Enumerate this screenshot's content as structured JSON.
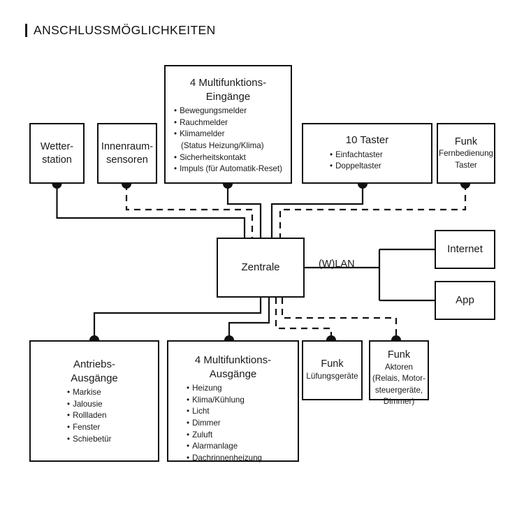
{
  "title": "ANSCHLUSSMÖGLICHKEITEN",
  "nodes": {
    "wetterstation": {
      "title": "Wetter-\nstation"
    },
    "innenraumsensoren": {
      "title": "Innenraum-\nsensoren"
    },
    "eingaenge": {
      "title": "4 Multifunktions-\nEingänge",
      "items": [
        "Bewegungsmelder",
        "Rauchmelder",
        "Klimamelder",
        "(Status Heizung/Klima)",
        "Sicherheitskontakt",
        "Impuls (für Automatik-Reset)"
      ]
    },
    "taster": {
      "title": "10 Taster",
      "items": [
        "Einfachtaster",
        "Doppeltaster"
      ]
    },
    "funkfern": {
      "title": "Funk",
      "sub": "Fernbedienung\nTaster"
    },
    "zentrale": {
      "title": "Zentrale"
    },
    "internet": {
      "title": "Internet"
    },
    "app": {
      "title": "App"
    },
    "antriebs": {
      "title": "Antriebs-\nAusgänge",
      "items": [
        "Markise",
        "Jalousie",
        "Rollladen",
        "Fenster",
        "Schiebetür"
      ]
    },
    "ausgaenge": {
      "title": "4 Multifunktions-\nAusgänge",
      "items": [
        "Heizung",
        "Klima/Kühlung",
        "Licht",
        "Dimmer",
        "Zuluft",
        "Alarmanlage",
        "Dachrinnenheizung"
      ]
    },
    "funkluft": {
      "title": "Funk",
      "sub": "Lüfungsgeräte"
    },
    "funkakt": {
      "title": "Funk",
      "sub": "Aktoren\n(Relais, Motor-\nsteuergeräte,\nDimmer)"
    }
  },
  "labels": {
    "wlan": "(W)LAN"
  },
  "colors": {
    "line": "#111111",
    "box_border": "#111111",
    "background": "#ffffff"
  },
  "connections": [
    {
      "from": "wetterstation",
      "to": "zentrale",
      "style": "solid"
    },
    {
      "from": "innenraumsensoren",
      "to": "zentrale",
      "style": "dashed"
    },
    {
      "from": "eingaenge",
      "to": "zentrale",
      "style": "solid"
    },
    {
      "from": "taster",
      "to": "zentrale",
      "style": "solid"
    },
    {
      "from": "funkfern",
      "to": "zentrale",
      "style": "dashed"
    },
    {
      "from": "zentrale",
      "to": "antriebs",
      "style": "solid"
    },
    {
      "from": "zentrale",
      "to": "ausgaenge",
      "style": "solid"
    },
    {
      "from": "zentrale",
      "to": "funkluft",
      "style": "dashed"
    },
    {
      "from": "zentrale",
      "to": "funkakt",
      "style": "dashed"
    },
    {
      "from": "zentrale",
      "to": "internet",
      "style": "solid",
      "label": "(W)LAN"
    },
    {
      "from": "zentrale",
      "to": "app",
      "style": "solid",
      "label": "(W)LAN"
    }
  ]
}
